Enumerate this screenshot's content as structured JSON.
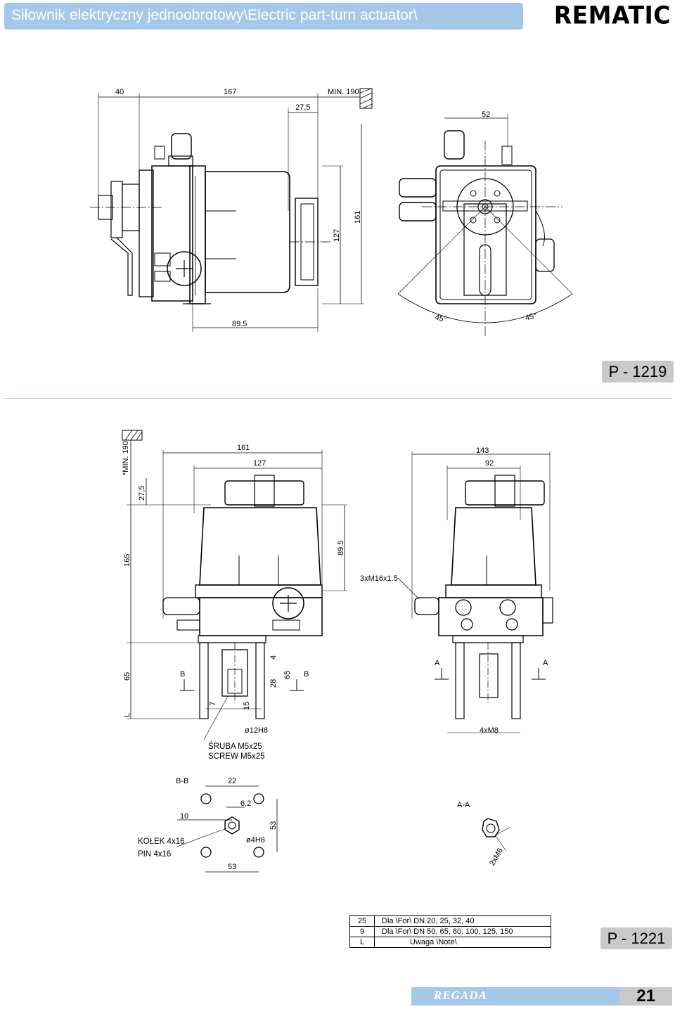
{
  "header": {
    "title": "Siłownik elektryczny jednoobrotowy\\Electric part-turn actuator\\",
    "brand": "REMATIC"
  },
  "drawing1": {
    "code": "P - 1219",
    "dims": {
      "d40": "40",
      "d167": "167",
      "dmin": "MIN. 190",
      "d27": "27,5",
      "d52": "52",
      "d127": "127",
      "d161": "161",
      "d89": "89.5",
      "a1": "45°",
      "a2": "45°"
    }
  },
  "drawing2": {
    "code": "P - 1221",
    "dims": {
      "min190": "*MIN. 190",
      "d275": "27,5",
      "d165": "165",
      "d65": "65",
      "L": "L",
      "d161": "161",
      "d127": "127",
      "d895": "89.5",
      "d143": "143",
      "d92": "92",
      "thread": "3xM16x1.5",
      "d4": "4",
      "d28": "28",
      "d65b": "65",
      "d7": "7",
      "d15": "15",
      "h12": "ø12H8",
      "m8": "4xM8",
      "B": "B",
      "A": "A"
    },
    "screw_note": [
      "ŚRUBA M5x25",
      "SCREW M5x25"
    ],
    "section_bb": {
      "label": "B-B",
      "d22": "22",
      "d62": "6,2",
      "d10": "10",
      "d53v": "53",
      "h4": "ø4H8",
      "d53h": "53"
    },
    "section_aa": {
      "label": "A-A",
      "m6": "2xM6"
    },
    "pin_note": [
      "KOŁEK 4x16",
      "PIN 4x16"
    ],
    "notes_table": [
      {
        "key": "25",
        "value": "Dla \\For\\ DN 20, 25, 32, 40"
      },
      {
        "key": "9",
        "value": "Dla \\For\\ DN 50, 65, 80, 100, 125, 150"
      },
      {
        "key": "L",
        "value": "Uwaga \\Note\\"
      }
    ]
  },
  "footer": {
    "logo": "REGADA",
    "page": "21"
  }
}
